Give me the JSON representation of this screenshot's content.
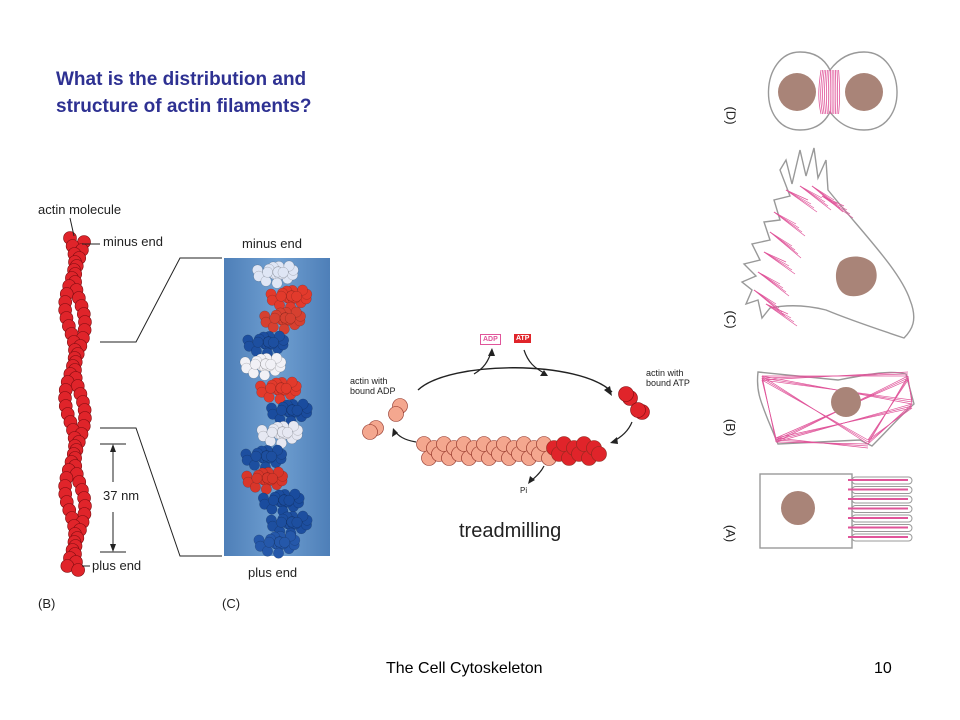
{
  "slide": {
    "title_line1": "What is the distribution and",
    "title_line2": "structure of actin filaments?",
    "footer_text": "The Cell Cytoskeleton",
    "page_number": "10"
  },
  "panel_b": {
    "label_actin_molecule": "actin molecule",
    "label_minus_end": "minus end",
    "label_37nm": "37 nm",
    "label_plus_end": "plus end",
    "panel_letter": "(B)"
  },
  "panel_c": {
    "label_minus_end": "minus end",
    "label_plus_end": "plus end",
    "panel_letter": "(C)"
  },
  "treadmill": {
    "tag_adp": "ADP",
    "tag_atp": "ATP",
    "label_left_1": "actin with",
    "label_left_2": "bound ADP",
    "label_right_1": "actin with",
    "label_right_2": "bound ATP",
    "label_pi": "Pi",
    "caption": "treadmilling",
    "colors": {
      "adp_actin": "#f4a78f",
      "atp_actin": "#e0242a"
    }
  },
  "cell_panels": {
    "letter_d": "(D)",
    "letter_c": "(C)",
    "letter_b": "(B)",
    "letter_a": "(A)",
    "colors": {
      "nucleus": "#a98478",
      "actin": "#e0559a"
    }
  }
}
